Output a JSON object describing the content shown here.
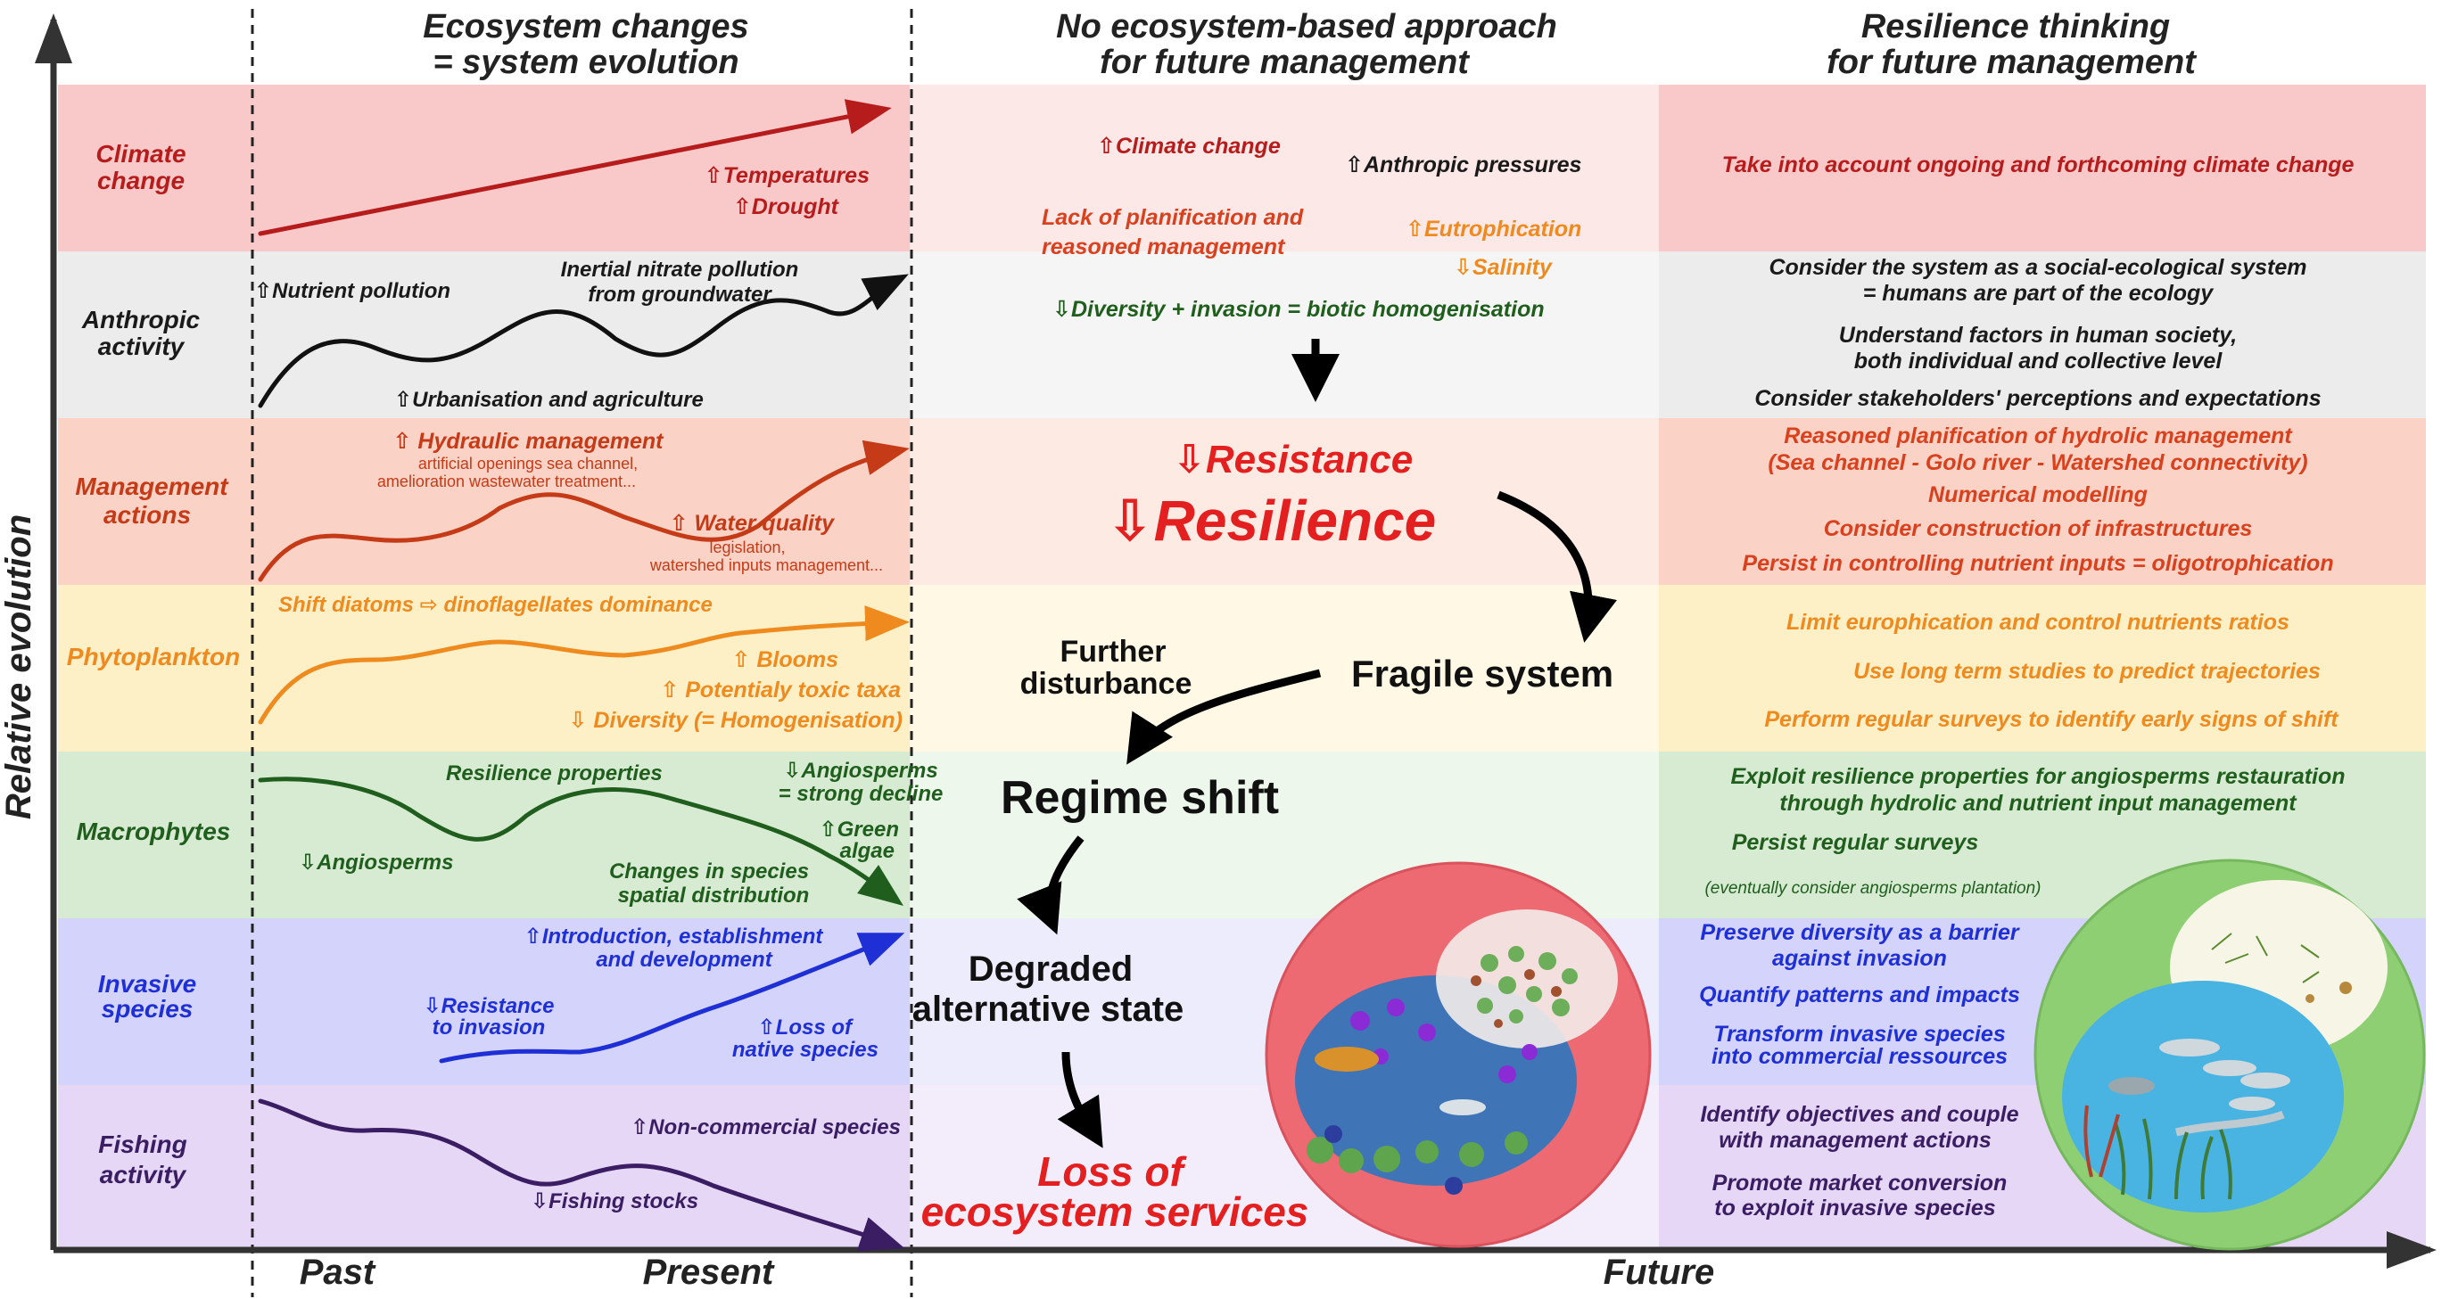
{
  "axes": {
    "y_label": "Relative evolution",
    "x_past": "Past",
    "x_present": "Present",
    "x_future": "Future"
  },
  "headers": {
    "ecosystem_changes": [
      "Ecosystem changes",
      "= system evolution"
    ],
    "no_ecosystem": [
      "No ecosystem-based approach",
      "for future management"
    ],
    "resilience_thinking": [
      "Resilience thinking",
      "for future management"
    ]
  },
  "rows": [
    {
      "label": [
        "Climate",
        "change"
      ],
      "color": "#b71c1c"
    },
    {
      "label": [
        "Anthropic",
        "activity"
      ],
      "color": "#1a1a1a"
    },
    {
      "label": [
        "Management",
        "actions"
      ],
      "color": "#c53a17"
    },
    {
      "label": [
        "Phytoplankton"
      ],
      "color": "#ef8a1f"
    },
    {
      "label": [
        "Macrophytes"
      ],
      "color": "#1f5e1c"
    },
    {
      "label": [
        "Invasive",
        "species"
      ],
      "color": "#1e2fd6"
    },
    {
      "label": [
        "Fishing",
        "activity"
      ],
      "color": "#3a1d63"
    }
  ],
  "changes": {
    "climate": [
      "⇧Temperatures",
      "⇧Drought"
    ],
    "anthropic": [
      "⇧Nutrient pollution",
      "Inertial nitrate pollution",
      "from groundwater",
      "⇧Urbanisation and agriculture"
    ],
    "management": [
      "⇧ Hydraulic management",
      "artificial openings sea channel,",
      "amelioration wastewater treatment...",
      "⇧ Water quality",
      "legislation,",
      "watershed inputs management..."
    ],
    "phyto": [
      "Shift  diatoms ⇨ dinoflagellates dominance",
      "⇧ Blooms",
      "⇧ Potentialy toxic taxa",
      "⇩ Diversity (= Homogenisation)"
    ],
    "macro": [
      "Resilience properties",
      "⇩Angiosperms",
      "= strong decline",
      "⇧Green",
      "algae",
      "⇩Angiosperms",
      "Changes in species",
      "spatial distribution"
    ],
    "invasive": [
      "⇧Introduction, establishment",
      "and development",
      "⇩Resistance",
      "to invasion",
      "⇧Loss of",
      "native species"
    ],
    "fishing": [
      "⇧Non-commercial species",
      "⇩Fishing stocks"
    ]
  },
  "no_approach": {
    "pressures": [
      "⇧Climate change",
      "⇧Anthropic pressures",
      "Lack of planification and",
      "reasoned management",
      "⇧Eutrophication",
      "⇩Salinity",
      "⇩Diversity + invasion = biotic homogenisation"
    ],
    "resistance": "⇩Resistance",
    "resilience": "⇩Resilience",
    "fragile": "Fragile system",
    "further": [
      "Further",
      "disturbance"
    ],
    "regime_shift": "Regime shift",
    "degraded": [
      "Degraded",
      "alternative state"
    ],
    "loss": [
      "Loss of",
      "ecosystem services"
    ]
  },
  "resilience_actions": {
    "climate": [
      "Take into account ongoing and forthcoming climate change"
    ],
    "anthropic": [
      "Consider the system as a social-ecological system",
      "= humans are part of the ecology",
      "Understand factors in human society,",
      "both individual and collective level",
      "Consider stakeholders' perceptions and expectations"
    ],
    "management": [
      "Reasoned planification of hydrolic management",
      "(Sea channel - Golo river - Watershed connectivity)",
      "Numerical modelling",
      "Consider construction of infrastructures",
      "Persist in controlling nutrient inputs  = oligotrophication"
    ],
    "phyto": [
      "Limit europhication and control nutrients ratios",
      "Use long term studies to predict trajectories",
      "Perform regular surveys to identify early signs of shift"
    ],
    "macro": [
      "Exploit resilience properties for angiosperms restauration",
      "through hydrolic and nutrient input management",
      "Persist regular surveys",
      "(eventually consider angiosperms plantation)"
    ],
    "invasive": [
      "Preserve diversity as a barrier",
      "against invasion",
      "Quantify patterns and impacts",
      "Transform invasive species",
      "into commercial ressources"
    ],
    "fishing": [
      "Identify objectives and couple",
      "with management actions",
      "Promote market conversion",
      "to exploit invasive species"
    ]
  },
  "colors": {
    "climate": "#b71c1c",
    "anthropic": "#1a1a1a",
    "management": "#c53a17",
    "phyto": "#ef8a1f",
    "macro": "#1f5e1c",
    "invasive": "#1e2fd6",
    "fishing": "#3a1d63",
    "resilience_red": "#e41f1f"
  }
}
